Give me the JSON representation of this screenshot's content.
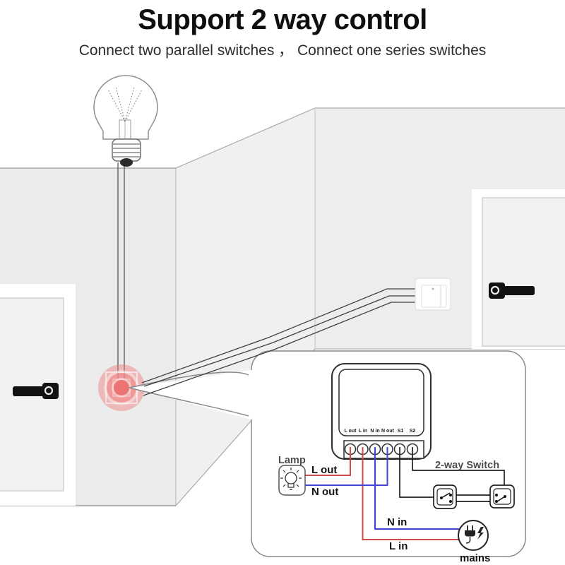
{
  "header": {
    "title": "Support 2 way control",
    "subtitle": "Connect two parallel switches ， Connect one series switches"
  },
  "wiring_diagram": {
    "terminals": [
      "L out",
      "L in",
      "N in",
      "N out",
      "S1",
      "S2"
    ],
    "lamp_label": "Lamp",
    "l_out_label": "L out",
    "n_out_label": "N out",
    "two_way_switch_label": "2-way Switch",
    "n_in_label": "N in",
    "l_in_label": "L in",
    "mains_label": "mains",
    "colors": {
      "live_wire": "#cf4b4b",
      "neutral_wire": "#4444d4",
      "signal_wire": "#1f1f1f",
      "highlight": "#ee5f5f"
    },
    "icons": [
      "lamp-icon",
      "mains-plug-icon",
      "two-way-switch-symbols",
      "smart-switch-device"
    ]
  },
  "scene_icons": [
    "pendant-light-bulb-icon",
    "door-handle-icon",
    "wall-switch-icon",
    "highlight-target-icon"
  ]
}
